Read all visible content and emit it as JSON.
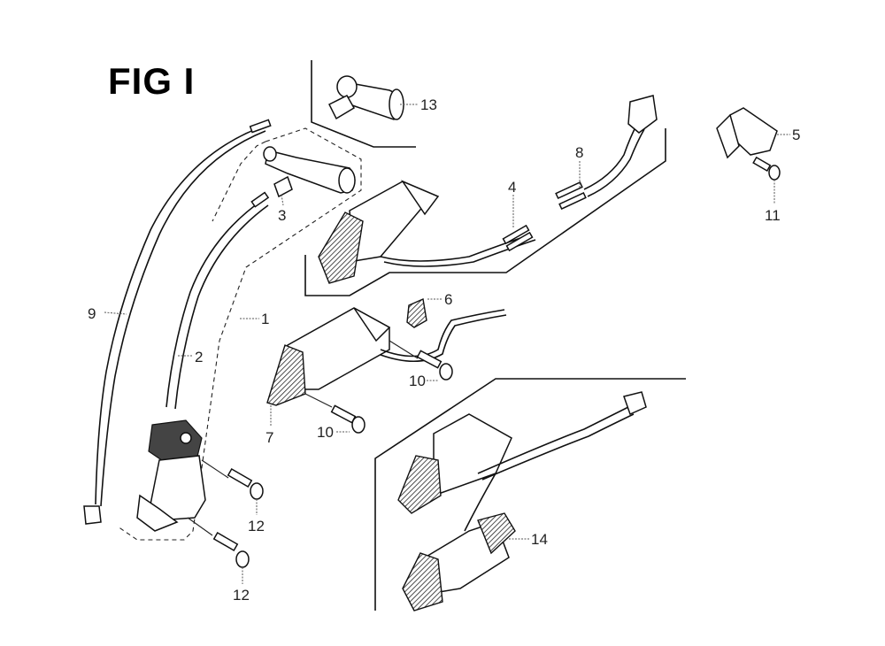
{
  "figure": {
    "title": "FIG I"
  },
  "callouts": [
    {
      "id": "1",
      "label": "1"
    },
    {
      "id": "2",
      "label": "2"
    },
    {
      "id": "3",
      "label": "3"
    },
    {
      "id": "4",
      "label": "4"
    },
    {
      "id": "5",
      "label": "5"
    },
    {
      "id": "6",
      "label": "6"
    },
    {
      "id": "7",
      "label": "7"
    },
    {
      "id": "8",
      "label": "8"
    },
    {
      "id": "9",
      "label": "9"
    },
    {
      "id": "10a",
      "label": "10"
    },
    {
      "id": "10b",
      "label": "10"
    },
    {
      "id": "11",
      "label": "11"
    },
    {
      "id": "12a",
      "label": "12"
    },
    {
      "id": "12b",
      "label": "12"
    },
    {
      "id": "13",
      "label": "13"
    },
    {
      "id": "14",
      "label": "14"
    }
  ],
  "parts": [
    {
      "id": "ignition-coil-assembly",
      "callout": "1"
    },
    {
      "id": "high-tension-cord",
      "callout": "2"
    },
    {
      "id": "spark-plug-cap-connector",
      "callout": "3"
    },
    {
      "id": "wire-terminal-4",
      "callout": "4"
    },
    {
      "id": "bracket",
      "callout": "5"
    },
    {
      "id": "grommet",
      "callout": "6"
    },
    {
      "id": "charge-coil",
      "callout": "7"
    },
    {
      "id": "wire-terminal-8",
      "callout": "8"
    },
    {
      "id": "stop-switch-wire",
      "callout": "9"
    },
    {
      "id": "bolt",
      "callout": "10"
    },
    {
      "id": "bolt-small",
      "callout": "11"
    },
    {
      "id": "mounting-bolt",
      "callout": "12"
    },
    {
      "id": "spark-plug-cap",
      "callout": "13"
    },
    {
      "id": "lighting-coil-set",
      "callout": "14"
    }
  ]
}
